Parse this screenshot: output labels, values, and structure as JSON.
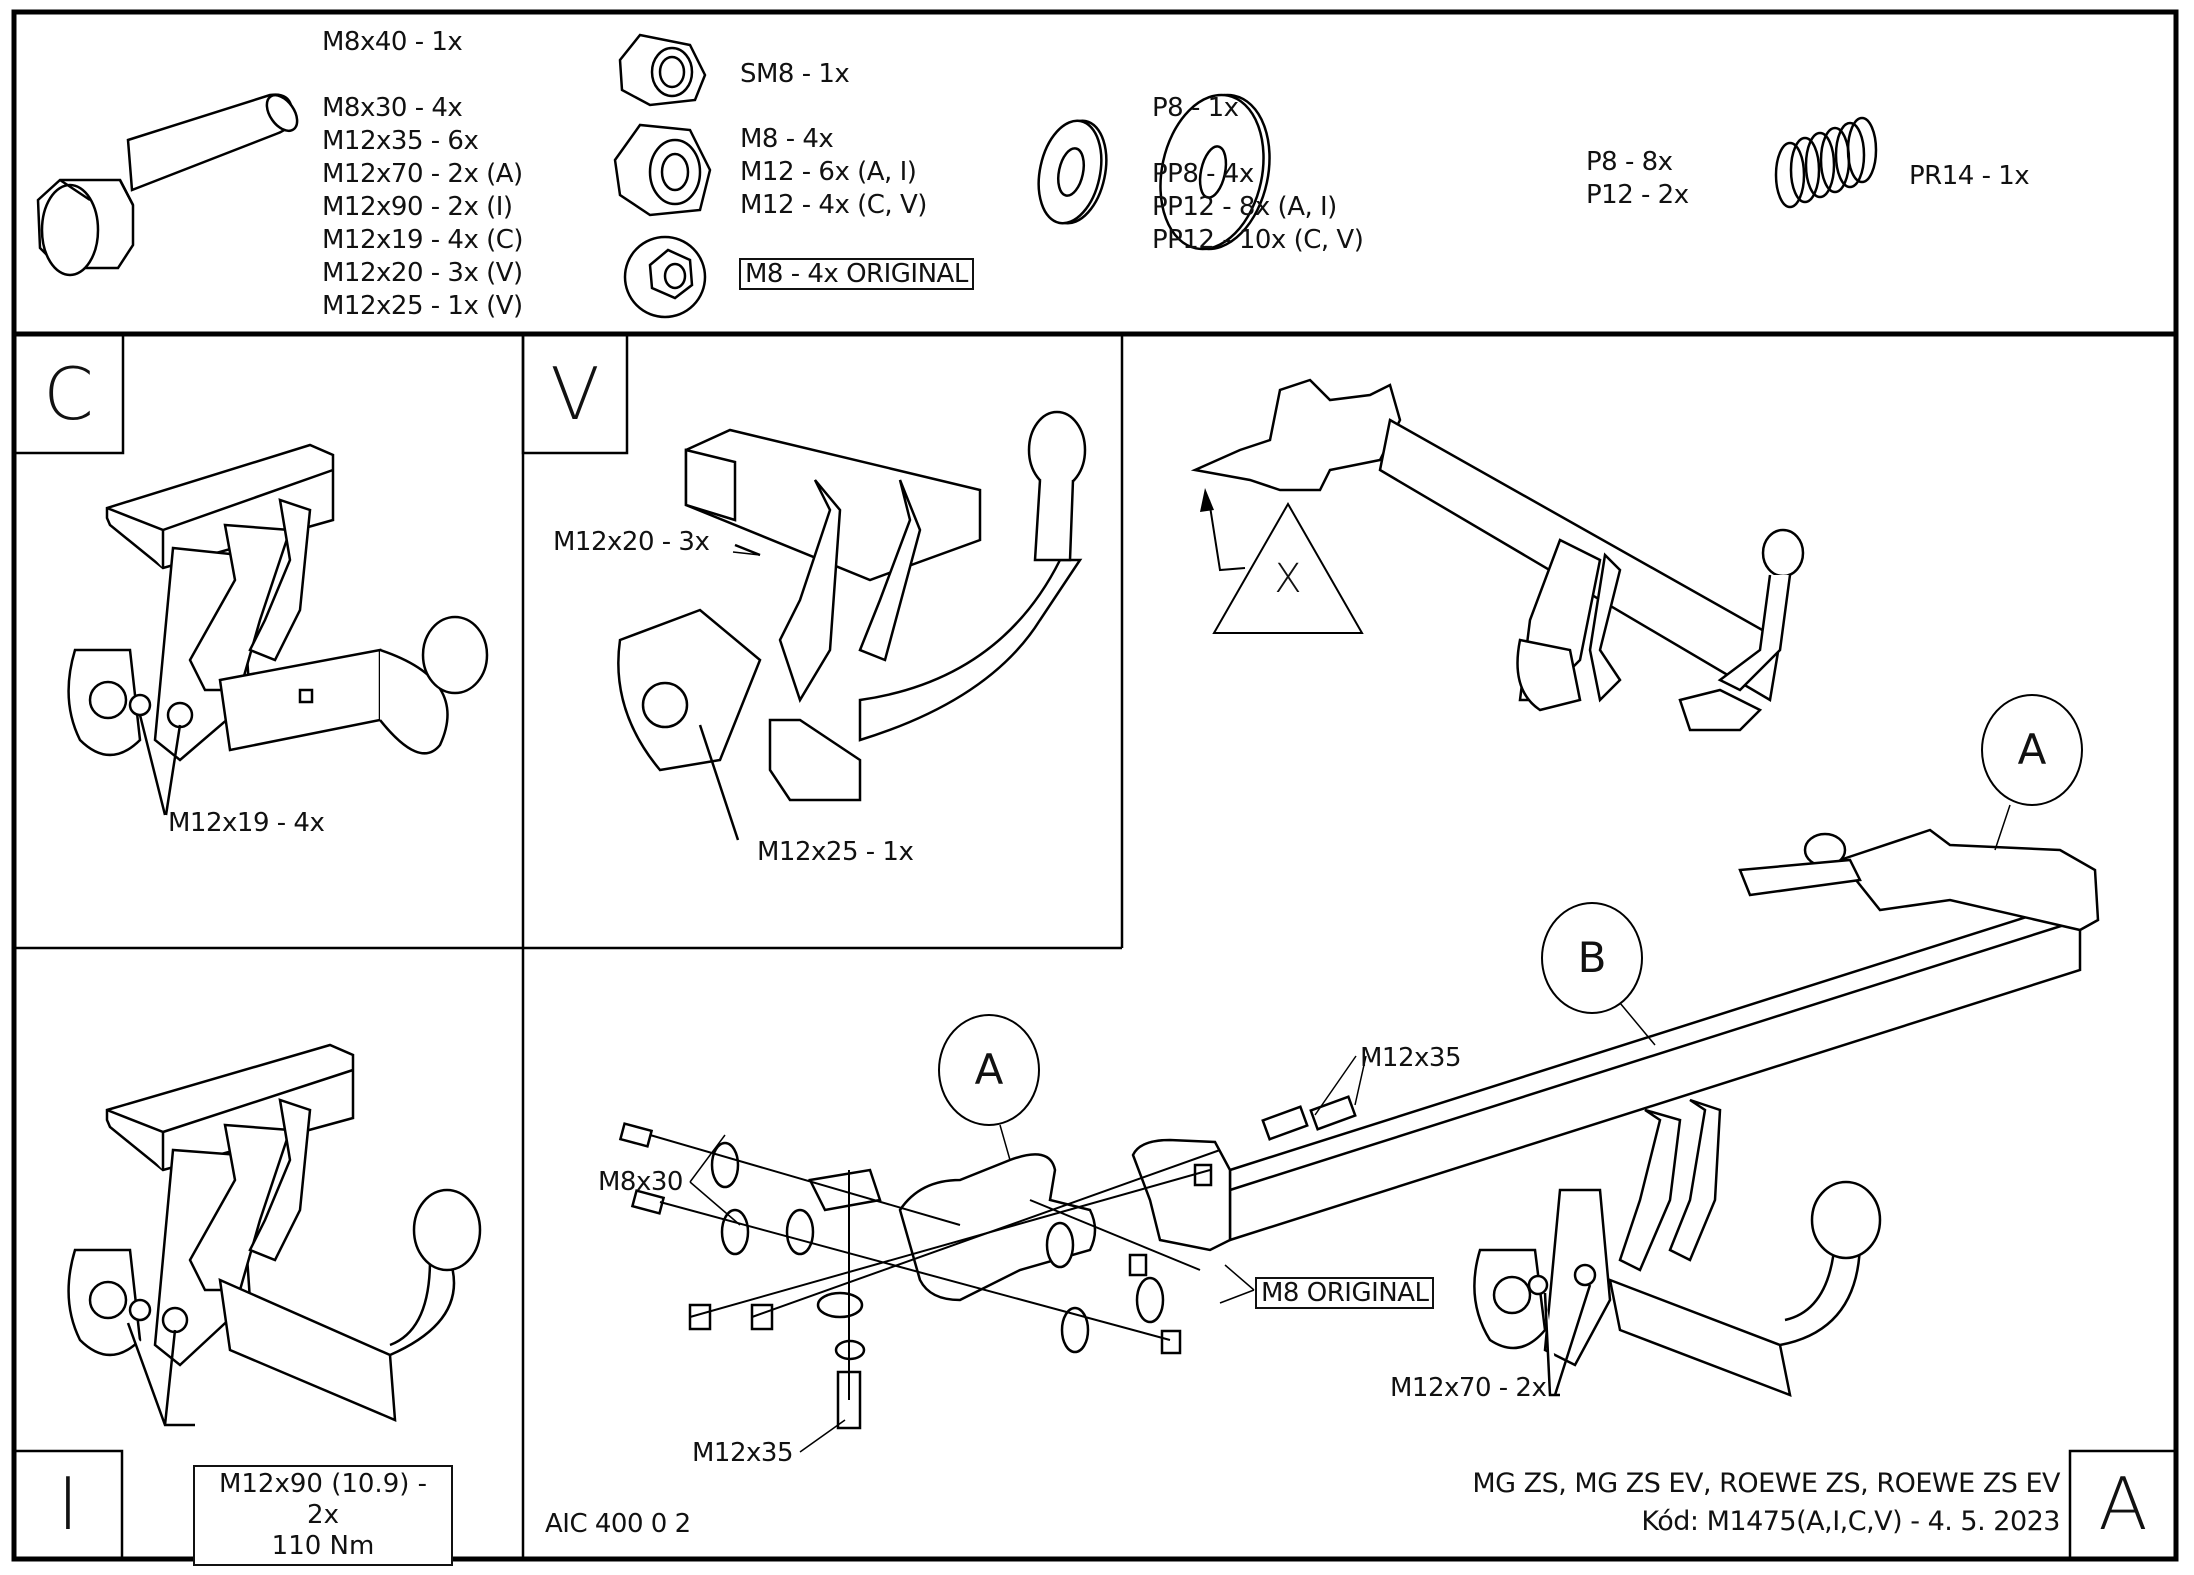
{
  "parts_header": {
    "bolts": {
      "icon": "hex-bolt-icon",
      "items": [
        "M8x40 - 1x",
        "M8x30 - 4x",
        "M12x35 - 6x",
        "M12x70 - 2x (A)",
        "M12x90 - 2x (I)",
        "M12x19 - 4x (C)",
        "M12x20 - 3x (V)",
        "M12x25 - 1x (V)"
      ]
    },
    "self_locking_nut": {
      "icon": "lock-nut-icon",
      "label": "SM8 - 1x"
    },
    "nuts": {
      "icon": "hex-nut-icon",
      "items": [
        "M8 - 4x",
        "M12 - 6x (A, I)",
        "M12 - 4x (C, V)"
      ]
    },
    "flange_nut": {
      "icon": "flange-nut-icon",
      "label": "M8 - 4x ORIGINAL"
    },
    "spring_washers": {
      "icon": "spring-washer-icon",
      "items": [
        "P8 - 1x",
        "PP8 - 4x",
        "PP12 - 8x (A, I)",
        "PP12 - 10x (C, V)"
      ]
    },
    "flat_washers": {
      "icon": "flat-washer-icon",
      "items": [
        "P8 - 8x",
        "P12 - 2x"
      ]
    },
    "spring": {
      "icon": "coil-spring-icon",
      "label": "PR14 - 1x"
    }
  },
  "panels": {
    "C": {
      "letter": "C",
      "callout": "M12x19 - 4x"
    },
    "V": {
      "letter": "V",
      "callouts": [
        "M12x20 - 3x",
        "M12x25 - 1x"
      ]
    },
    "I": {
      "letter": "I",
      "callout_line1": "M12x90 (10.9) - 2x",
      "callout_line2": "110 Nm"
    },
    "A": {
      "letter": "A",
      "overview_marker": "X",
      "balloons": [
        "A",
        "B",
        "A"
      ],
      "callouts": {
        "m8x30": "M8x30",
        "m12x35_top": "M12x35",
        "m12x35_bottom": "M12x35",
        "m8_original": "M8 ORIGINAL",
        "m12x70": "M12x70 - 2x"
      }
    }
  },
  "footer": {
    "drawing_number": "AIC 400 0 2",
    "vehicles": "MG ZS, MG ZS EV, ROEWE ZS, ROEWE ZS EV",
    "code": "Kód: M1475(A,I,C,V) - 4. 5. 2023"
  }
}
